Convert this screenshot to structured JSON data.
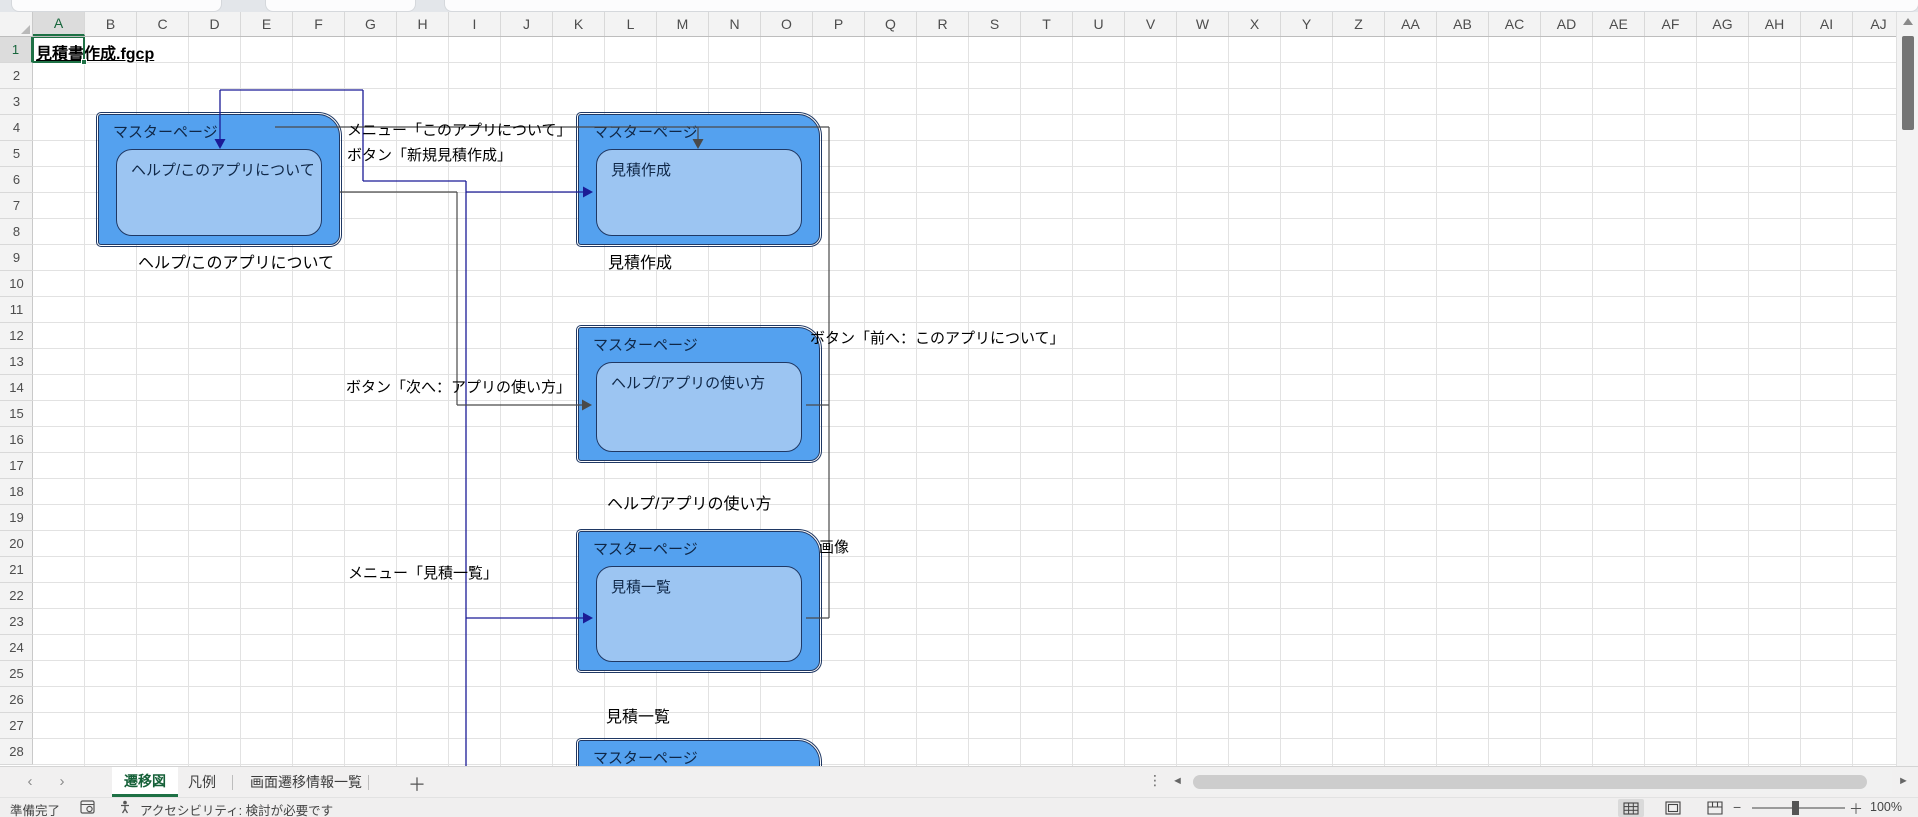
{
  "title_cell": {
    "ref": "A1",
    "value": "見積書作成.fgcp"
  },
  "grid": {
    "columns": [
      "A",
      "B",
      "C",
      "D",
      "E",
      "F",
      "G",
      "H",
      "I",
      "J",
      "K",
      "L",
      "M",
      "N",
      "O",
      "P",
      "Q",
      "R",
      "S",
      "T",
      "U",
      "V",
      "W",
      "X",
      "Y",
      "Z",
      "AA",
      "AB",
      "AC",
      "AD",
      "AE",
      "AF",
      "AG",
      "AH",
      "AI",
      "AJ"
    ],
    "rows": [
      "1",
      "2",
      "3",
      "4",
      "5",
      "6",
      "7",
      "8",
      "9",
      "10",
      "11",
      "12",
      "13",
      "14",
      "15",
      "16",
      "17",
      "18",
      "19",
      "20",
      "21",
      "22",
      "23",
      "24",
      "25",
      "26",
      "27",
      "28"
    ]
  },
  "diagram": {
    "nodes": [
      {
        "header": "マスターページ",
        "label": "ヘルプ/このアプリについて",
        "caption": "ヘルプ/このアプリについて"
      },
      {
        "header": "マスターページ",
        "label": "見積作成",
        "caption": "見積作成"
      },
      {
        "header": "マスターページ",
        "label": "ヘルプ/アプリの使い方",
        "caption": "ヘルプ/アプリの使い方"
      },
      {
        "header": "マスターページ",
        "label": "見積一覧",
        "caption": "見積一覧"
      },
      {
        "header": "マスターページ",
        "label": "",
        "caption": ""
      }
    ],
    "edges": {
      "menu_about": "メニュー「このアプリについて」",
      "btn_new": "ボタン「新規見積作成」",
      "btn_next": "ボタン「次へ：アプリの使い方」",
      "btn_prev": "ボタン「前へ：このアプリについて」",
      "menu_list": "メニュー「見積一覧」",
      "image": "画像"
    }
  },
  "sheet_tabs": {
    "nav_prev": "‹",
    "nav_next": "›",
    "tabs": [
      {
        "label": "遷移図",
        "active": true
      },
      {
        "label": "凡例",
        "active": false
      },
      {
        "label": "画面遷移情報一覧",
        "active": false
      }
    ],
    "add": "＋",
    "more": "⋮",
    "scroll_left": "◄",
    "scroll_right": "►"
  },
  "status_bar": {
    "mode": "準備完了",
    "accessibility": "アクセシビリティ: 検討が必要です",
    "zoom_minus": "−",
    "zoom_plus": "＋",
    "zoom_level": "100%"
  },
  "colors": {
    "node_fill": "#54a1ef",
    "node_inner_fill": "#9cc5f2",
    "node_border": "#1f3864",
    "wire_navy": "#1b1b96",
    "wire_black": "#4a4a4a",
    "excel_green": "#1e7145"
  }
}
